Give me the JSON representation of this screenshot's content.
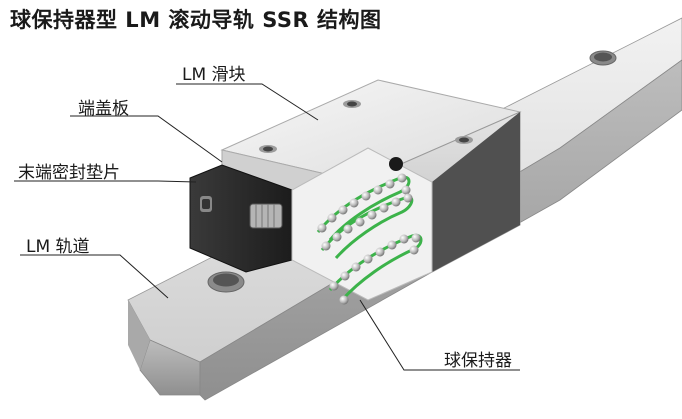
{
  "title": "球保持器型 LM 滚动导轨 SSR 结构图",
  "labels": {
    "lm_block": "LM 滑块",
    "end_plate": "端盖板",
    "end_seal": "末端密封垫片",
    "lm_rail": "LM 轨道",
    "ball_cage": "球保持器"
  },
  "colors": {
    "rail": "#d9d9d9",
    "block": "#e6e6e6",
    "end_plate_dark": "#2a2a2a",
    "ball_cage": "#3cb34a",
    "ball": "#c8c8c8"
  }
}
